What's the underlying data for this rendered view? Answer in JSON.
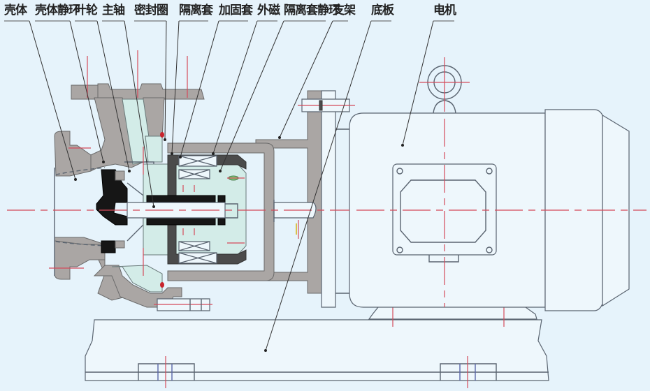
{
  "diagram": {
    "type": "cross-section drawing",
    "subject": "magnetic drive centrifugal pump with motor",
    "labels": [
      {
        "id": "casing",
        "text": "壳体"
      },
      {
        "id": "casing-wear-ring",
        "text": "壳体静环"
      },
      {
        "id": "impeller",
        "text": "叶轮"
      },
      {
        "id": "main-shaft",
        "text": "主轴"
      },
      {
        "id": "seal-ring",
        "text": "密封圈"
      },
      {
        "id": "isolation-sleeve",
        "text": "隔离套"
      },
      {
        "id": "reinforcement-sleeve",
        "text": "加固套"
      },
      {
        "id": "outer-magnet",
        "text": "外磁"
      },
      {
        "id": "isolation-sleeve-static-ring",
        "text": "隔离套静环"
      },
      {
        "id": "bracket",
        "text": "支架"
      },
      {
        "id": "base-plate",
        "text": "底板"
      },
      {
        "id": "motor",
        "text": "电机"
      }
    ]
  },
  "colors": {
    "background": "#e6f3fb",
    "casing_section": "#aaa6a4",
    "fluid_region": "#d3ece8",
    "impeller_section": "#161616",
    "centerline": "#d44a5a",
    "outline": "#5a6470"
  }
}
